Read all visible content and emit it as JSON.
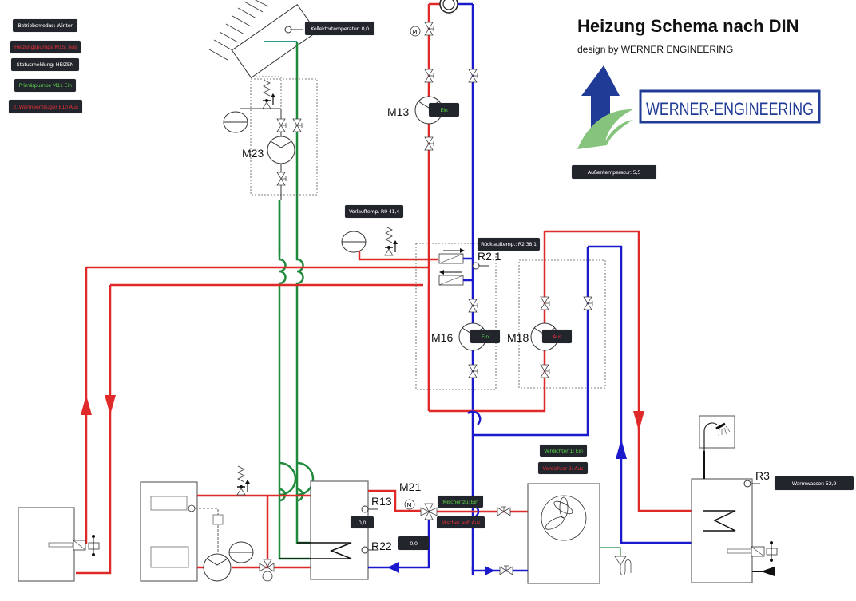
{
  "header": {
    "title": "Heizung Schema nach DIN",
    "subtitle": "design by WERNER ENGINEERING",
    "logo_text": "WERNER-ENGINEERING"
  },
  "status_panel": {
    "betriebsmodus": "Betriebsmodus: Winter",
    "heizungspumpe": "Heizungspumpe M15: Aus",
    "statusmeldung": "Statusmeldung: HEIZEN",
    "primaerpumpe": "Primärpumpe M11 Ein",
    "waermeerzeuger": "2. Wärmeerzeuger E10 Aus"
  },
  "readouts": {
    "kollektortemperatur": "Kollektortemperatur: 0,0",
    "aussentemperatur": "Außentemperatur: 5,5",
    "vorlauftemp": "Vorlauftemp. R9 41,4",
    "ruecklauftemp": "Rücklauftemp.: R2 38,1",
    "r13_value": "0,0",
    "r22_value": "0,0",
    "warmwasser": "Warmwasser: 52,9"
  },
  "pumps": {
    "m13": {
      "label": "M13",
      "state": "Ein"
    },
    "m16": {
      "label": "M16",
      "state": "Ein"
    },
    "m18": {
      "label": "M18",
      "state": "Aus"
    },
    "m23": {
      "label": "M23"
    }
  },
  "mixer": {
    "label": "M21",
    "zu": "Mischer zu: Ein",
    "auf": "Mischer auf: Aus"
  },
  "compressor": {
    "v1": "Verdichter 1: Ein",
    "v2": "Verdichter 2: Aus"
  },
  "sensors": {
    "r2_1": "R2.1",
    "r13": "R13",
    "r22": "R22",
    "r3": "R3"
  },
  "colors": {
    "supply": "#e02a2a",
    "return": "#1a1acc",
    "solar": "#1f8a3c",
    "on": "#5ad04a",
    "off": "#e2303a",
    "badge_bg": "#22252b"
  }
}
